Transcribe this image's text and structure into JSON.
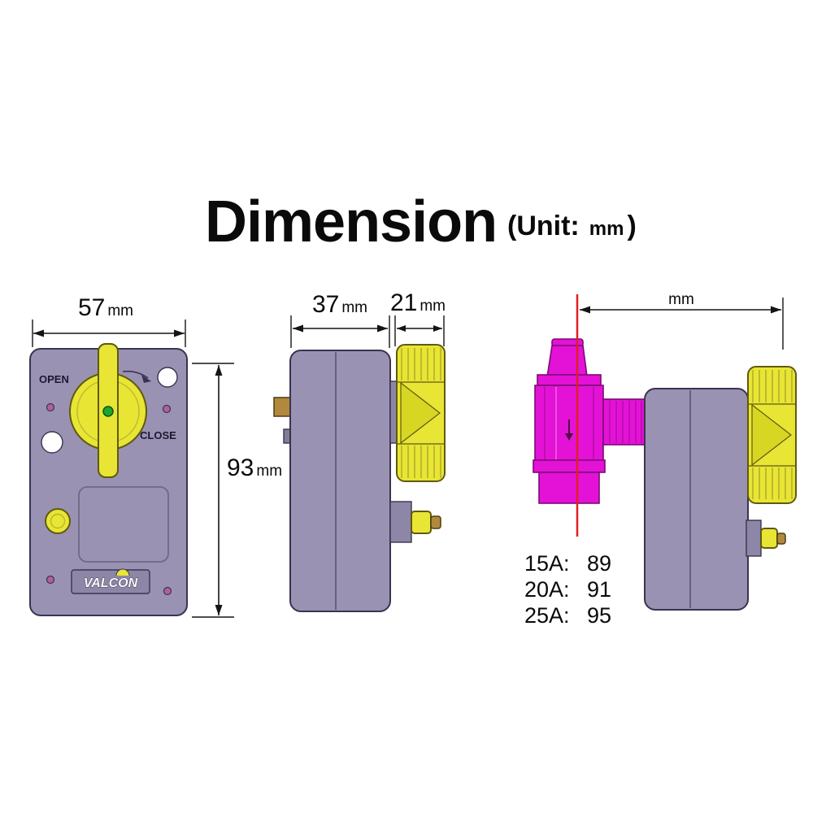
{
  "title": {
    "main": "Dimension",
    "unit_prefix": "(Unit:",
    "unit_mm": "mm",
    "unit_suffix": ")"
  },
  "front_view": {
    "width_value": "57",
    "width_unit": "mm",
    "height_value": "93",
    "height_unit": "mm",
    "open_label": "OPEN",
    "close_label": "CLOSE",
    "brand": "VALCON"
  },
  "side_view": {
    "depth_value": "37",
    "depth_unit": "mm",
    "knob_value": "21",
    "knob_unit": "mm"
  },
  "assembled_view": {
    "length_unit": "mm",
    "size_table": [
      {
        "size": "15A:",
        "length": "89"
      },
      {
        "size": "20A:",
        "length": "91"
      },
      {
        "size": "25A:",
        "length": "95"
      }
    ]
  },
  "colors": {
    "body_gray": "#9a92b2",
    "handle_yellow": "#e8e535",
    "valve_magenta": "#e312d6",
    "centerline_red": "#e02020",
    "connector_tan": "#b1893d"
  }
}
